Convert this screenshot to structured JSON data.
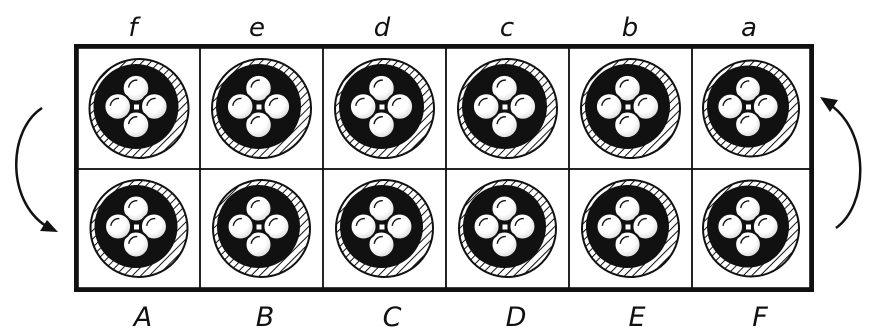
{
  "top_labels": [
    "f",
    "e",
    "d",
    "c",
    "b",
    "a"
  ],
  "bottom_labels": [
    "A",
    "B",
    "C",
    "D",
    "E",
    "F"
  ],
  "grid": {
    "rows": 2,
    "columns": 6
  },
  "pit": {
    "stones_per_pit": 4
  },
  "arrows": {
    "left": "counterclockwise",
    "right": "counterclockwise"
  },
  "colors": {
    "ink": "#111111",
    "paper": "#ffffff"
  }
}
